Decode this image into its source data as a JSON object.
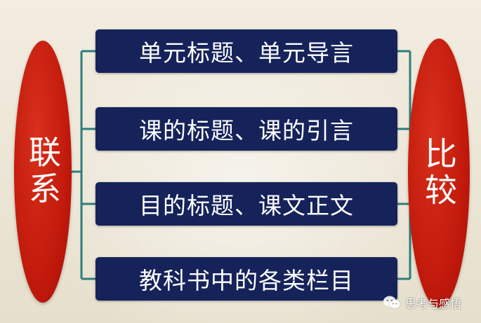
{
  "left_label": "联系",
  "right_label": "比较",
  "items": [
    {
      "text": "单元标题、单元导言"
    },
    {
      "text": "课的标题、课的引言"
    },
    {
      "text": "目的标题、课文正文"
    },
    {
      "text": "教科书中的各类栏目"
    }
  ],
  "watermark": {
    "text": "思考与感悟",
    "icon": "wechat-icon"
  },
  "colors": {
    "oval": "#c21a0c",
    "box": "#16235a",
    "connector": "#2e7d7d",
    "background": "#ede7d6"
  }
}
